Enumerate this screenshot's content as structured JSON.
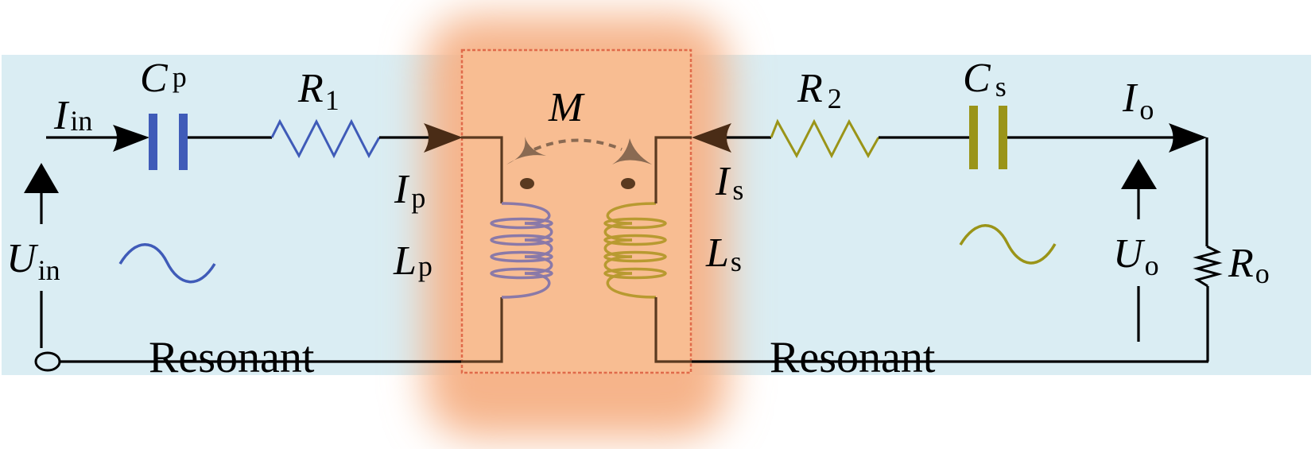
{
  "diagram": {
    "title": "Series-series resonant wireless power transfer circuit",
    "colors": {
      "background_band": "#daedf3",
      "coupler_fill": "#f8bd92",
      "coupler_border": "#e06a4a",
      "primary_component": "#3f5bb8",
      "secondary_component": "#9a9418",
      "primary_coil": "#8a79a8",
      "secondary_coil": "#b89a30",
      "coupling_arrow": "#8a6a52",
      "wire": "#000000",
      "wire_inside_coupler": "#5a3a20"
    },
    "labels": {
      "input_current": {
        "main": "I",
        "sub": "in"
      },
      "primary_capacitor": {
        "main": "C",
        "sub": "p"
      },
      "primary_resistor": {
        "main": "R",
        "sub": "1"
      },
      "primary_current": {
        "main": "I",
        "sub": "p"
      },
      "primary_inductor": {
        "main": "L",
        "sub": "p"
      },
      "input_voltage": {
        "main": "U",
        "sub": "in"
      },
      "mutual_inductance": {
        "main": "M"
      },
      "secondary_resistor": {
        "main": "R",
        "sub": "2"
      },
      "secondary_capacitor": {
        "main": "C",
        "sub": "s"
      },
      "secondary_current": {
        "main": "I",
        "sub": "s"
      },
      "secondary_inductor": {
        "main": "L",
        "sub": "s"
      },
      "output_current": {
        "main": "I",
        "sub": "o"
      },
      "output_voltage": {
        "main": "U",
        "sub": "o"
      },
      "load_resistor": {
        "main": "R",
        "sub": "o"
      }
    },
    "regions": {
      "primary": "Resonant",
      "secondary": "Resonant"
    },
    "icons": {
      "primary_source": "ac-sine-icon",
      "secondary_source": "ac-sine-icon"
    }
  }
}
